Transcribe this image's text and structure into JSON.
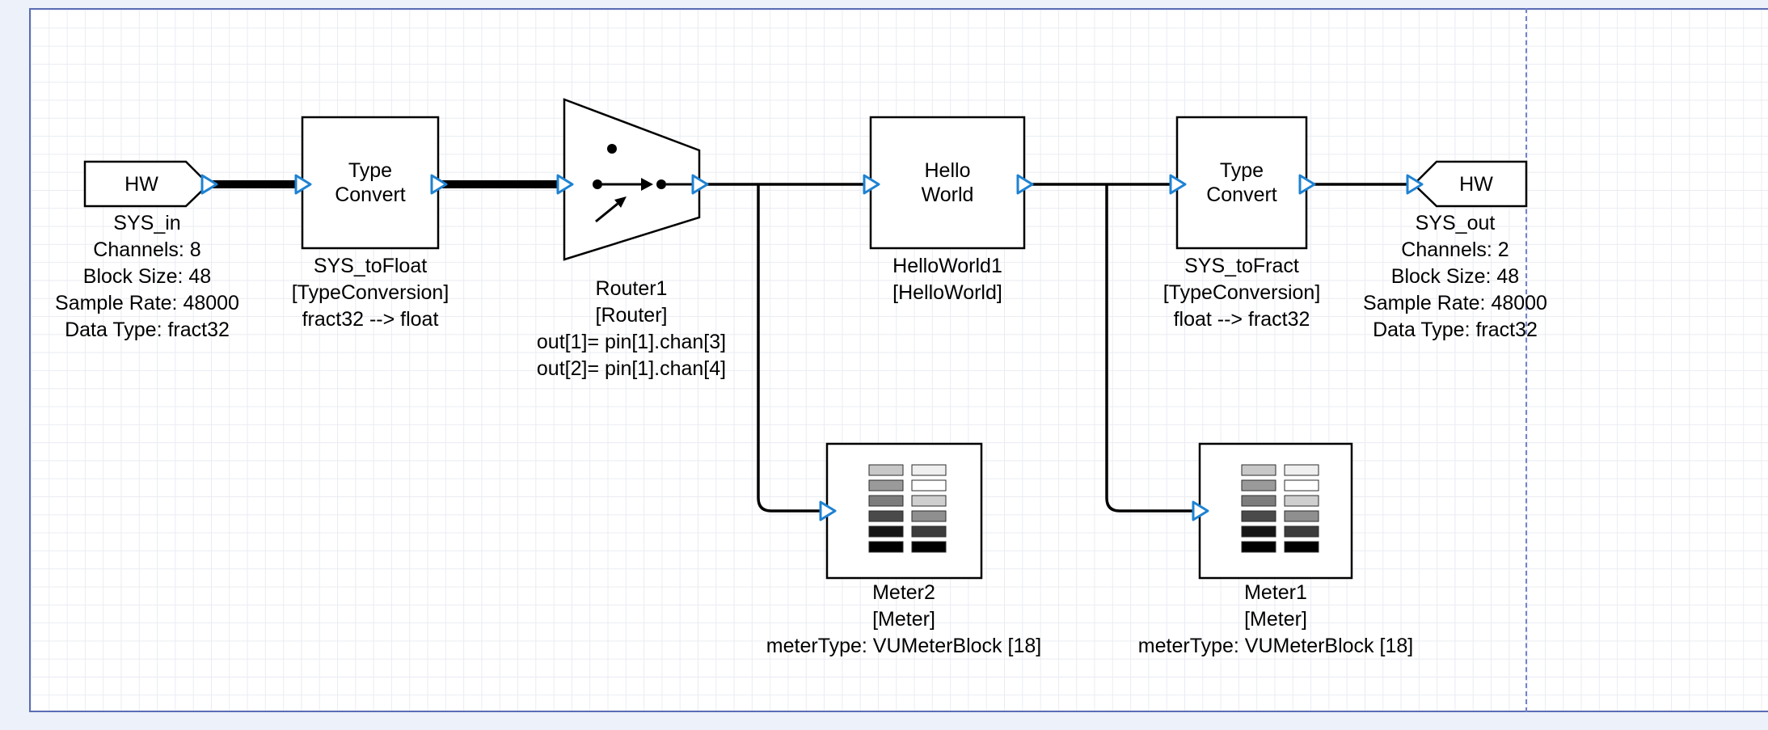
{
  "colors": {
    "wire": "#000000",
    "block_border": "#000000",
    "block_fill": "#ffffff",
    "pin_outline": "#1e82d2",
    "canvas_boundary": "#5b6db5",
    "page_break": "#7283c9",
    "grid_line": "#e9ecf2",
    "margin_background": "#edf1f9"
  },
  "icons": {
    "router": "routing-dots-and-arrows-icon",
    "meter": "vu-meter-bars-icon"
  },
  "blocks": {
    "sys_in": {
      "title": "HW",
      "caption": [
        "SYS_in",
        "Channels: 8",
        "Block Size: 48",
        "Sample Rate: 48000",
        "Data Type: fract32"
      ]
    },
    "type_convert_in": {
      "title_lines": [
        "Type",
        "Convert"
      ],
      "caption": [
        "SYS_toFloat",
        "[TypeConversion]",
        "fract32 --> float"
      ]
    },
    "router": {
      "caption": [
        "Router1",
        "[Router]",
        "out[1]= pin[1].chan[3]",
        "out[2]= pin[1].chan[4]"
      ]
    },
    "hello_world": {
      "title_lines": [
        "Hello",
        "World"
      ],
      "caption": [
        "HelloWorld1",
        "[HelloWorld]"
      ]
    },
    "type_convert_out": {
      "title_lines": [
        "Type",
        "Convert"
      ],
      "caption": [
        "SYS_toFract",
        "[TypeConversion]",
        "float --> fract32"
      ]
    },
    "sys_out": {
      "title": "HW",
      "caption": [
        "SYS_out",
        "Channels: 2",
        "Block Size: 48",
        "Sample Rate: 48000",
        "Data Type: fract32"
      ]
    },
    "meter2": {
      "caption": [
        "Meter2",
        "[Meter]",
        "meterType: VUMeterBlock [18]"
      ]
    },
    "meter1": {
      "caption": [
        "Meter1",
        "[Meter]",
        "meterType: VUMeterBlock [18]"
      ]
    }
  }
}
